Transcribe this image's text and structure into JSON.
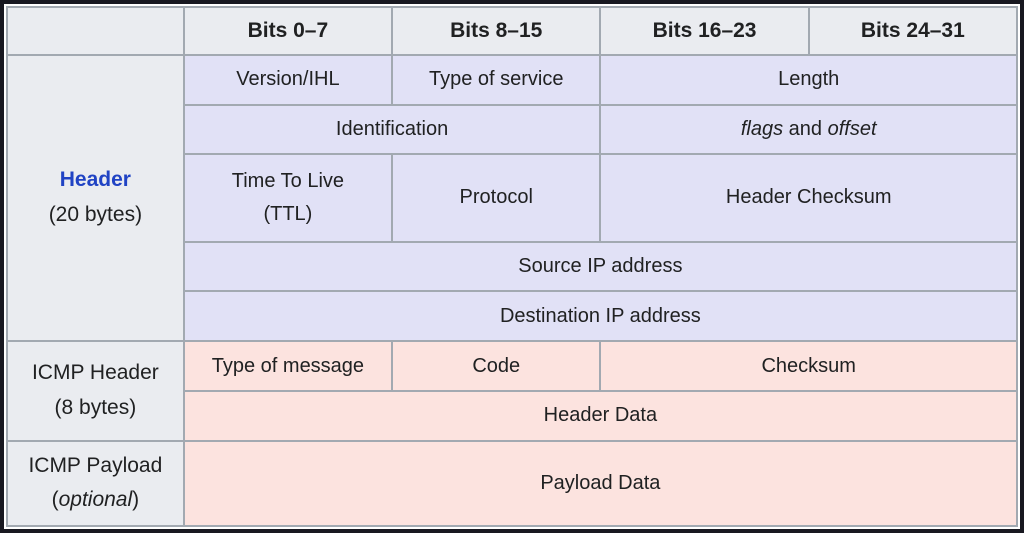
{
  "table": {
    "bits_header": [
      "Bits 0–7",
      "Bits 8–15",
      "Bits 16–23",
      "Bits 24–31"
    ],
    "sections": {
      "ip_header": {
        "title": "Header",
        "subtitle": "(20 bytes)"
      },
      "icmp_header": {
        "title": "ICMP Header",
        "subtitle": "(8 bytes)"
      },
      "icmp_payload": {
        "title": "ICMP Payload",
        "paren_open": "(",
        "subtitle_italic": "optional",
        "paren_close": ")"
      }
    },
    "cells": {
      "version_ihl": "Version/IHL",
      "type_of_service": "Type of service",
      "length": "Length",
      "identification": "Identification",
      "flags_italic": "flags",
      "and_text": " and ",
      "offset_italic": "offset",
      "ttl_line1": "Time To Live",
      "ttl_line2": "(TTL)",
      "protocol": "Protocol",
      "header_checksum": "Header Checksum",
      "source_ip": "Source IP address",
      "destination_ip": "Destination IP address",
      "type_of_message": "Type of message",
      "code": "Code",
      "checksum": "Checksum",
      "header_data": "Header Data",
      "payload_data": "Payload Data"
    },
    "colors": {
      "ip_row_bg": "#e1e1f6",
      "icmp_row_bg": "#fce3df",
      "header_bg": "#eaecf0",
      "cell_border": "#a2a9b1",
      "outer_frame": "#181820",
      "link_blue": "#2043c4",
      "text": "#202122"
    }
  }
}
